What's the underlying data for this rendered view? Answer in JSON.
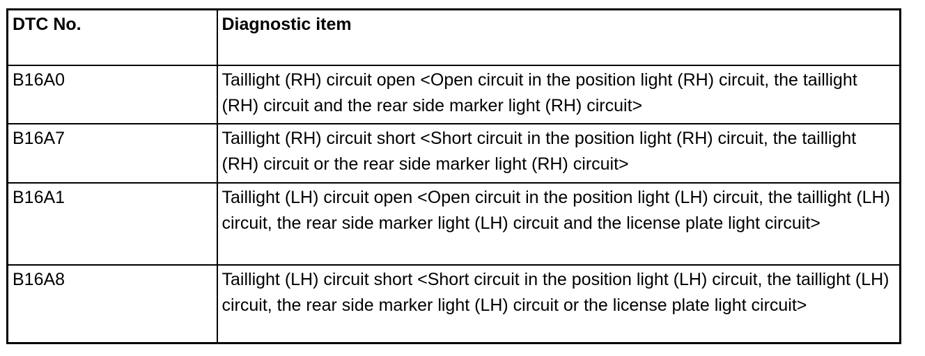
{
  "table": {
    "columns": {
      "dtc_no_header": "DTC No.",
      "diagnostic_item_header": "Diagnostic item"
    },
    "rows": [
      {
        "dtc": "B16A0",
        "item": "Taillight (RH) circuit open <Open circuit in the position light (RH) circuit, the taillight (RH) circuit and the rear side marker light (RH) circuit>"
      },
      {
        "dtc": "B16A7",
        "item": "Taillight (RH) circuit short <Short circuit in the position light (RH) circuit, the taillight (RH) circuit or the rear side marker light (RH) circuit>"
      },
      {
        "dtc": "B16A1",
        "item": "Taillight (LH) circuit open <Open circuit in the position light (LH) circuit, the taillight (LH) circuit, the rear side marker light (LH) circuit and the license plate light circuit>"
      },
      {
        "dtc": "B16A8",
        "item": "Taillight (LH) circuit short <Short circuit in the position light (LH) circuit, the taillight (LH) circuit, the rear side marker light (LH) circuit or the license plate light circuit>"
      }
    ],
    "colors": {
      "border": "#000000",
      "background": "#ffffff",
      "text": "#000000"
    }
  }
}
